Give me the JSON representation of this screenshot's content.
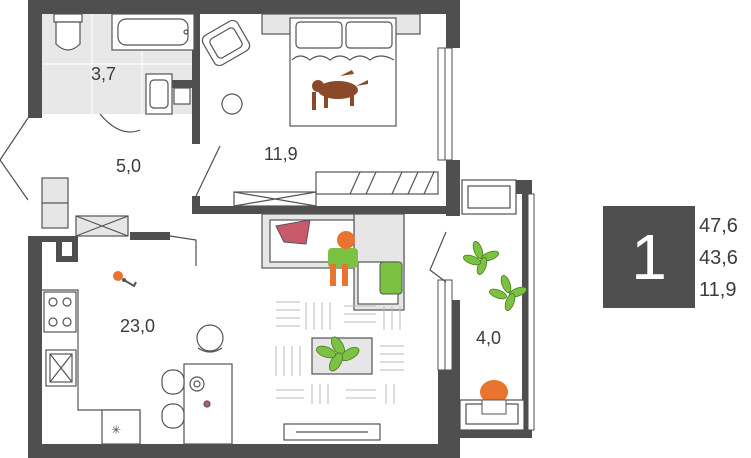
{
  "rooms": {
    "bathroom_area": "3,7",
    "hallway_area": "5,0",
    "bedroom_area": "11,9",
    "kitchen_living_area": "23,0",
    "balcony_area": "4,0"
  },
  "summary": {
    "room_count": "1",
    "total_area": "47,6",
    "living_area": "43,6",
    "secondary_area": "11,9"
  },
  "colors": {
    "wall": "#4f4f4f",
    "bathroom_floor": "#e8e8e8",
    "accent_green": "#7cc242",
    "accent_pink": "#c95a6a",
    "accent_orange": "#e8742f",
    "dog_brown": "#8a4a2a",
    "furniture_line": "#555555",
    "furniture_fill": "#e6e6e6"
  }
}
